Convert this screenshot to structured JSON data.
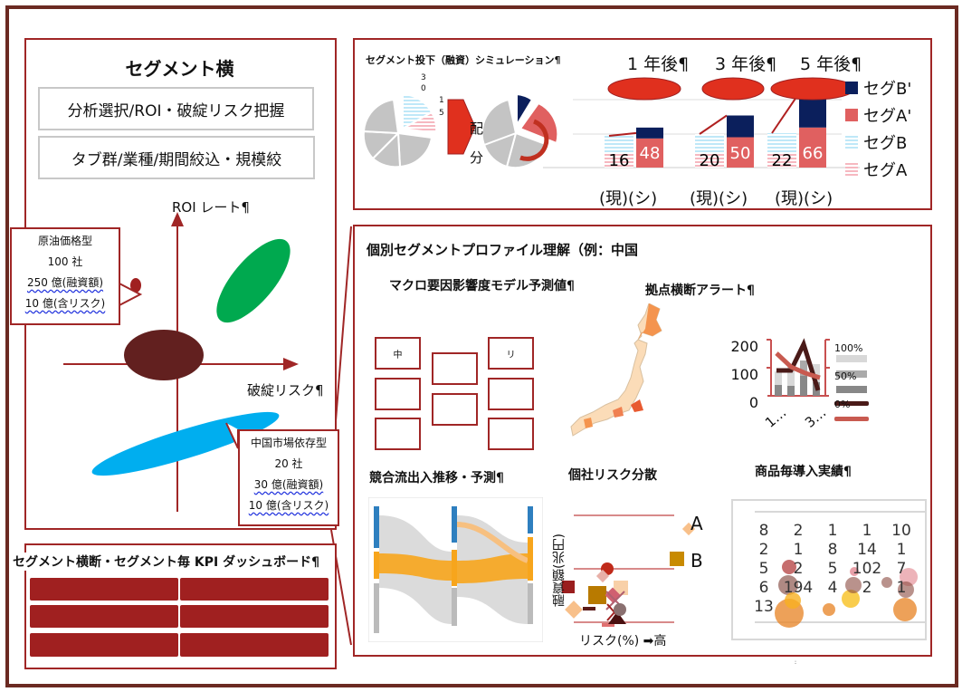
{
  "left_panel": {
    "title": "セグメント横",
    "buttons": [
      "分析選択/ROI・破綻リスク把握",
      "タブ群/業種/期間絞込・規模絞"
    ],
    "y_axis_label": "ROI レート¶",
    "x_axis_label": "破綻リスク¶",
    "callout_oil": {
      "name": "原油価格型",
      "companies": "100 社",
      "loan": "250 億(融資額)",
      "risk": "10 億(含リスク)"
    },
    "callout_china": {
      "name": "中国市場依存型",
      "companies": "20 社",
      "loan": "30 億(融資額)",
      "risk": "10 億(含リスク)"
    }
  },
  "kpi_panel": {
    "title": "セグメント横断・セグメント毎 KPI ダッシュボード¶"
  },
  "simulation": {
    "title": "セグメント投下（融資）シミュレーション¶",
    "pie_labels": [
      "3",
      "0",
      "1",
      "5"
    ],
    "arrow_label": [
      "配",
      "分"
    ],
    "periods": [
      "1 年後¶",
      "3 年後¶",
      "5 年後¶"
    ],
    "bar_labels": [
      "(現)",
      "(シ)"
    ],
    "chart_data": {
      "type": "bar",
      "categories": [
        "1 年後",
        "3 年後",
        "5 年後"
      ],
      "series": [
        {
          "name": "現",
          "values": [
            16,
            20,
            22
          ]
        },
        {
          "name": "シ",
          "values": [
            48,
            50,
            66
          ]
        }
      ]
    },
    "legend": [
      "セグB'",
      "セグA'",
      "セグB",
      "セグA"
    ],
    "colors": {
      "navy": "#0b1f5c",
      "salmon": "#e06060",
      "lightblue": "#bfe8f8",
      "pink": "#f6c0c8",
      "red": "#e0301e"
    }
  },
  "profile": {
    "title": "個別セグメントプロファイル理解（例：中国",
    "macro_title": "マクロ要因影響度モデル予測値¶",
    "macro_boxes": [
      "中",
      "リ"
    ],
    "alert_title": "拠点横断アラート¶",
    "alert_chart": {
      "left_ticks": [
        "200",
        "100",
        "0"
      ],
      "right_ticks": [
        "100%",
        "50%",
        "0%"
      ],
      "x_ticks": [
        "1…",
        "3…"
      ]
    },
    "flow_title": "競合流出入推移・予測¶",
    "risk_title": "個社リスク分散",
    "risk_ylabel": "融資額(兆円)",
    "risk_xlabel": "リスク(%) ➡高",
    "risk_legend": [
      "A",
      "B"
    ],
    "product_title": "商品毎導入実績¶",
    "product_numbers": [
      "8",
      "2",
      "1",
      "1",
      "10",
      "2",
      "1",
      "8",
      "14",
      "1",
      "5",
      "2",
      "5",
      "102",
      "7",
      "6",
      "194",
      "4",
      "2",
      "1",
      "13"
    ]
  }
}
